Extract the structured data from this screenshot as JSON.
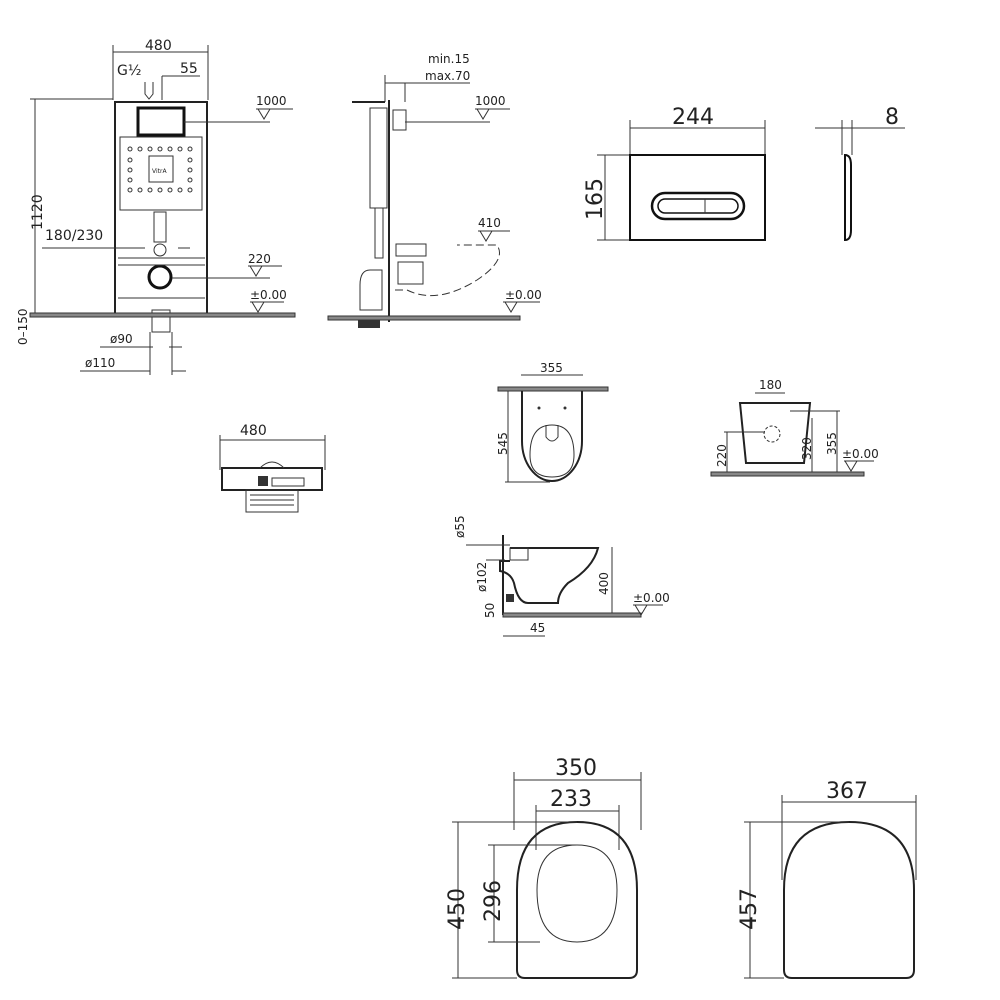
{
  "frame_front": {
    "width": "480",
    "inlet": "G½",
    "offset": "55",
    "level_1000": "1000",
    "height": "1120",
    "spacing": "180/230",
    "level_220": "220",
    "level_0": "±0.00",
    "adjust": "0–150",
    "dia_90": "ø90",
    "dia_110": "ø110",
    "logo": "VitrA"
  },
  "frame_side": {
    "min": "min.15",
    "max": "max.70",
    "level_1000": "1000",
    "level_410": "410",
    "level_0": "±0.00"
  },
  "flush_plate": {
    "width": "244",
    "height": "165",
    "depth": "8"
  },
  "frame_top": {
    "width": "480"
  },
  "bowl_top": {
    "width": "355",
    "length": "545"
  },
  "bowl_front": {
    "spacing": "180",
    "h220": "220",
    "h320": "320",
    "h355": "355",
    "level_0": "±0.00"
  },
  "bowl_side": {
    "dia_55": "ø55",
    "dia_102": "ø102",
    "h50": "50",
    "h400": "400",
    "d45": "45",
    "level_0": "±0.00"
  },
  "seat_open": {
    "outer_width": "350",
    "inner_width": "233",
    "length": "450",
    "inner_length": "296"
  },
  "seat_closed": {
    "width": "367",
    "length": "457"
  }
}
